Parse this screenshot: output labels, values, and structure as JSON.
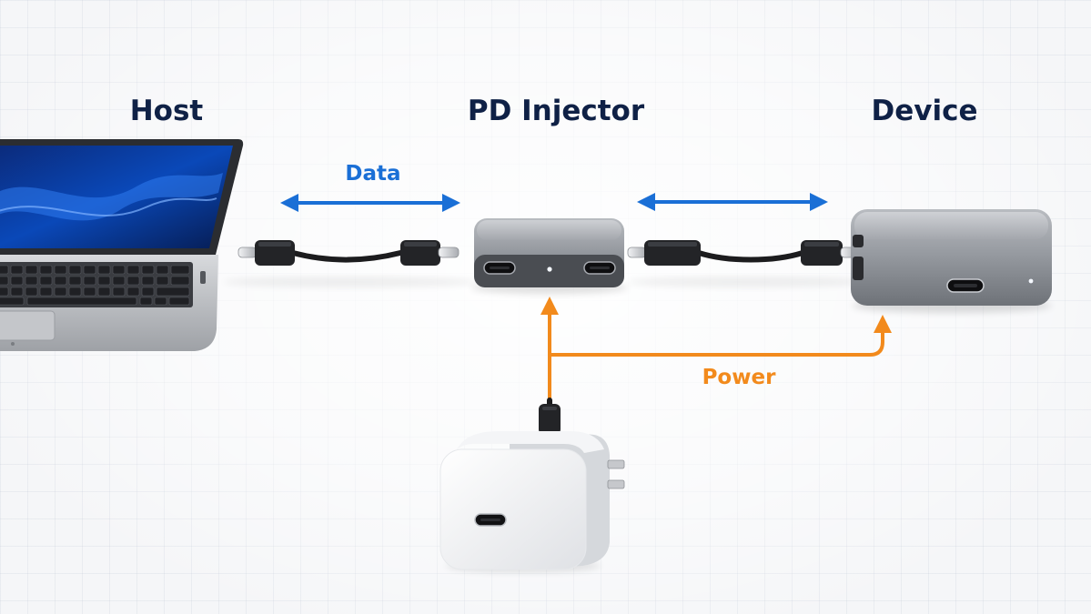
{
  "headings": {
    "host": "Host",
    "injector": "PD Injector",
    "device": "Device"
  },
  "flows": {
    "data": {
      "label": "Data",
      "color": "#1a6fd6"
    },
    "power": {
      "label": "Power",
      "color": "#f28a1c"
    }
  },
  "icons": {
    "host": "laptop-icon",
    "injector": "pd-injector-icon",
    "device": "usb-c-device-icon",
    "charger": "wall-charger-icon"
  },
  "colors": {
    "heading": "#0f2146",
    "metal": "#8f9399",
    "cable": "#1c1c1e"
  }
}
